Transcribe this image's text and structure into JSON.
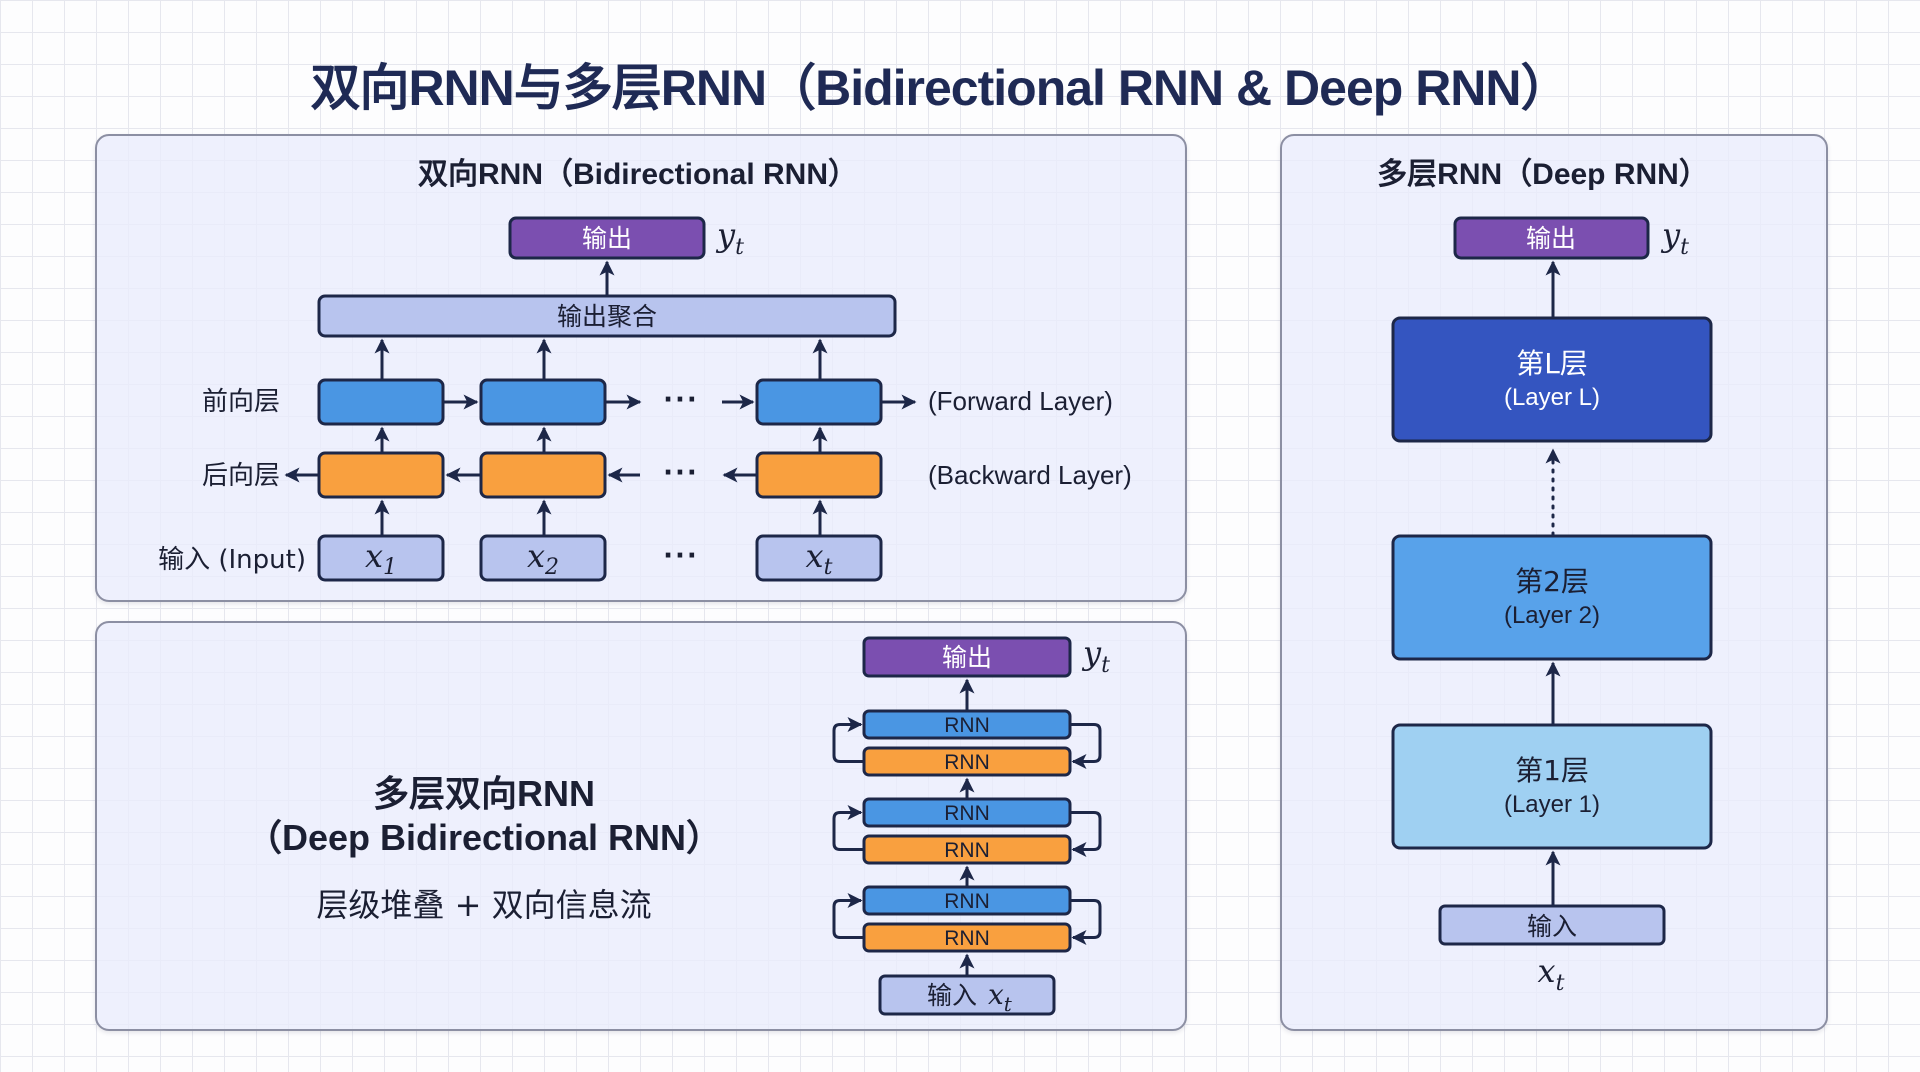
{
  "title": "双向RNN与多层RNN（Bidirectional RNN & Deep RNN）",
  "colors": {
    "output": "#7b4fb0",
    "aggregate": "#b8c4ee",
    "forward": "#4a96e3",
    "backward": "#f9a03f",
    "input": "#b8c4ee",
    "layer_L": "#3455c0",
    "layer_2": "#58a2ea",
    "layer_1": "#9fd0f2",
    "stroke": "#1d2748"
  },
  "bidirectional": {
    "title": "双向RNN（Bidirectional RNN）",
    "output_label": "输出",
    "output_symbol": "y",
    "output_subscript": "t",
    "aggregate_label": "输出聚合",
    "forward_label": "前向层",
    "forward_label_en": "(Forward Layer)",
    "backward_label": "后向层",
    "backward_label_en": "(Backward Layer)",
    "input_label": "输入 (Input)",
    "ellipsis": "···",
    "inputs": [
      {
        "symbol": "x",
        "subscript": "1"
      },
      {
        "symbol": "x",
        "subscript": "2"
      },
      {
        "symbol": "x",
        "subscript": "t"
      }
    ]
  },
  "deep_bidirectional": {
    "title_cn": "多层双向RNN",
    "title_en": "（Deep Bidirectional RNN）",
    "subtitle": "层级堆叠 + 双向信息流",
    "output_label": "输出",
    "output_symbol": "y",
    "output_subscript": "t",
    "cell_label": "RNN",
    "layers": 3,
    "input_label": "输入",
    "input_symbol": "x",
    "input_subscript": "t"
  },
  "deep_rnn": {
    "title": "多层RNN（Deep RNN）",
    "output_label": "输出",
    "output_symbol": "y",
    "output_subscript": "t",
    "layers": [
      {
        "cn": "第L层",
        "en": "(Layer L)"
      },
      {
        "cn": "第2层",
        "en": "(Layer 2)"
      },
      {
        "cn": "第1层",
        "en": "(Layer 1)"
      }
    ],
    "input_label": "输入",
    "input_symbol": "x",
    "input_subscript": "t"
  }
}
